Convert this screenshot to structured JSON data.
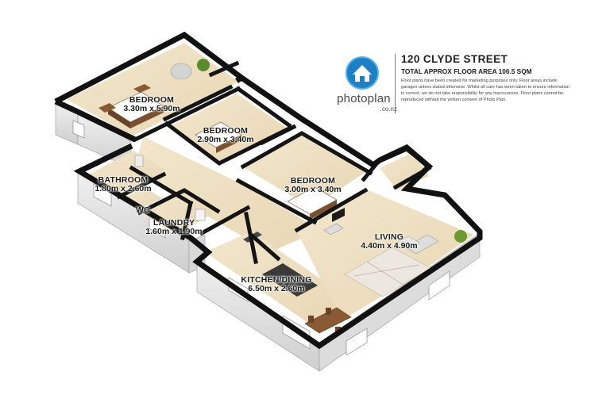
{
  "property": {
    "address": "120 CLYDE STREET",
    "area_line": "TOTAL APPROX FLOOR AREA 106.5 SQM",
    "disclaimer": "Floor plans have been created for marketing purposes only. Floor areas include garages unless stated otherwise. Whilst all care has been taken to ensure information is correct, we do not take responsibility for any inaccuracies. Floor plans cannot be reproduced without the written consent of Photo Plan."
  },
  "brand": {
    "name": "photoplan",
    "tld": ".co.nz",
    "logo_icon": "house-globe-icon",
    "accent": "#1e7fc4"
  },
  "rooms": {
    "bedroom_1": {
      "name": "BEDROOM",
      "dims": "3.30m x 5.90m"
    },
    "bedroom_2": {
      "name": "BEDROOM",
      "dims": "2.90m x 3.40m"
    },
    "bedroom_3": {
      "name": "BEDROOM",
      "dims": "3.00m x 3.40m"
    },
    "bathroom": {
      "name": "BATHROOM",
      "dims": "1.80m x 2.60m"
    },
    "wc": {
      "name": "WC"
    },
    "laundry": {
      "name": "LAUNDRY",
      "dims": "1.60m x 1.90m"
    },
    "kitchen_dining": {
      "name": "KITCHEN/DINING",
      "dims": "6.50m x 2.60m"
    },
    "living": {
      "name": "LIVING",
      "dims": "4.40m x 4.90m"
    }
  },
  "colors": {
    "floor": "#efe1c4",
    "wall_top": "#141414",
    "wall_face": "#e6e6e6",
    "wall_face_dark": "#c9c9c9",
    "rug": "#e9e5dd"
  }
}
